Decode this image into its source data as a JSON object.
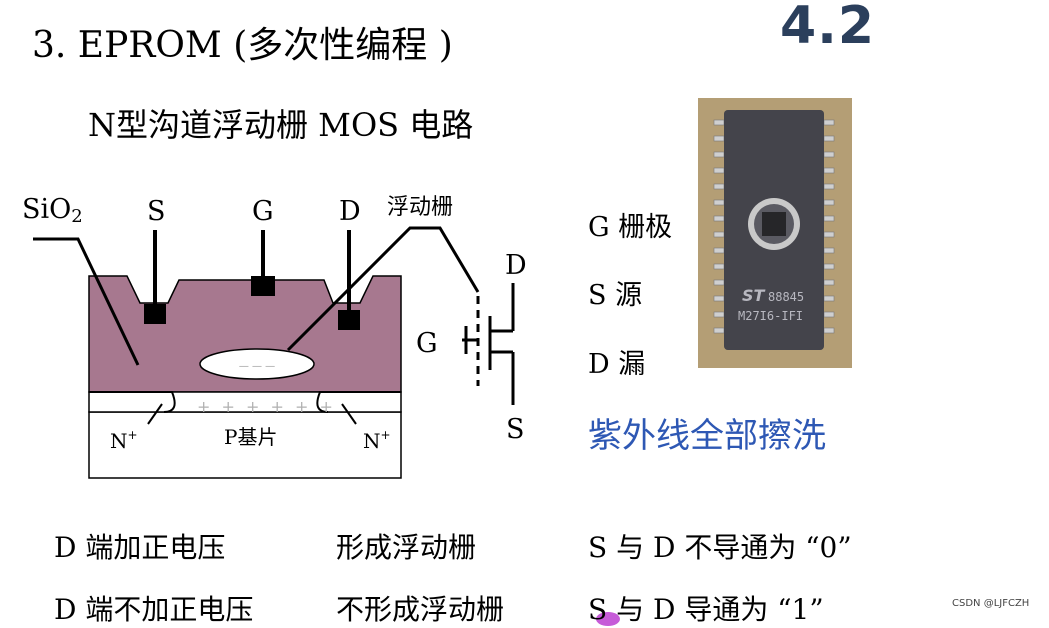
{
  "header": {
    "title": "3. EPROM (多次性编程 )",
    "slide_number": "4.2"
  },
  "subtitle": "N型沟道浮动栅 MOS 电路",
  "cross_section": {
    "sio2_label": "SiO",
    "sio2_sub": "2",
    "s_label": "S",
    "g_label": "G",
    "d_label": "D",
    "floating_gate_label": "浮动栅",
    "n_left": "N",
    "n_left_sup": "+",
    "n_right": "N",
    "n_right_sup": "+",
    "substrate_label": "P基片",
    "plus_row": "+ + + + + +",
    "minus_row": "— — —",
    "colors": {
      "oxide": "#a7788f",
      "gate": "#000000",
      "substrate": "#ffffff"
    }
  },
  "symbol": {
    "d_label": "D",
    "g_label": "G",
    "s_label": "S"
  },
  "legend": {
    "g": "G 栅极",
    "s": "S  源",
    "d": "D 漏"
  },
  "uv_erase": "紫外线全部擦洗",
  "chip": {
    "logo": "ST",
    "code1": "88845",
    "code2": "M27I6-IFI"
  },
  "table": [
    {
      "condition": "D 端加正电压",
      "state": "形成浮动栅",
      "result": "S 与 D 不导通为 “0”"
    },
    {
      "condition": "D 端不加正电压",
      "state": "不形成浮动栅",
      "result": "S 与 D 导通为 “1”"
    }
  ],
  "credit": "CSDN @LJFCZH"
}
